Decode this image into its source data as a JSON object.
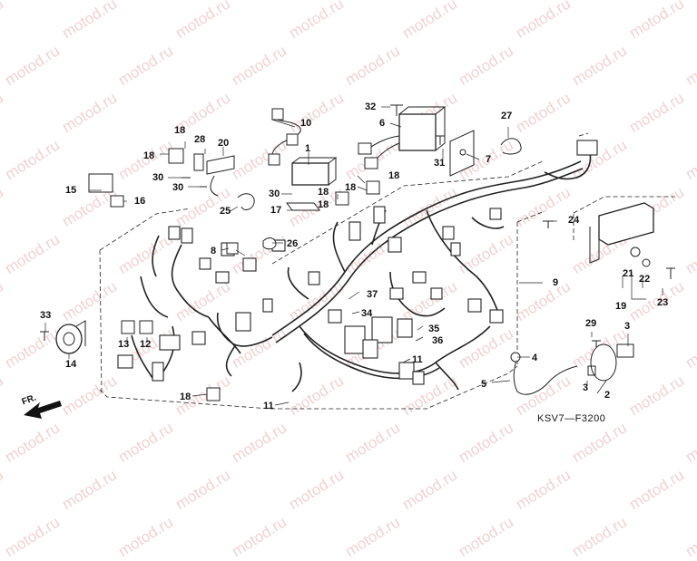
{
  "watermark": {
    "text": "motod.ru",
    "color": "#f1d3d3"
  },
  "diagram_code": "KSV7—F3200",
  "direction_label": "FR.",
  "callouts": [
    {
      "id": "c1",
      "text": "1"
    },
    {
      "id": "c2",
      "text": "2"
    },
    {
      "id": "c3a",
      "text": "3"
    },
    {
      "id": "c3b",
      "text": "3"
    },
    {
      "id": "c4",
      "text": "4"
    },
    {
      "id": "c5",
      "text": "5"
    },
    {
      "id": "c6",
      "text": "6"
    },
    {
      "id": "c7",
      "text": "7"
    },
    {
      "id": "c8",
      "text": "8"
    },
    {
      "id": "c9",
      "text": "9"
    },
    {
      "id": "c10",
      "text": "10"
    },
    {
      "id": "c11a",
      "text": "11"
    },
    {
      "id": "c11b",
      "text": "11"
    },
    {
      "id": "c12",
      "text": "12"
    },
    {
      "id": "c13",
      "text": "13"
    },
    {
      "id": "c14",
      "text": "14"
    },
    {
      "id": "c15",
      "text": "15"
    },
    {
      "id": "c16",
      "text": "16"
    },
    {
      "id": "c17",
      "text": "17"
    },
    {
      "id": "c18a",
      "text": "18"
    },
    {
      "id": "c18b",
      "text": "18"
    },
    {
      "id": "c18c",
      "text": "18"
    },
    {
      "id": "c18d",
      "text": "18"
    },
    {
      "id": "c18e",
      "text": "18"
    },
    {
      "id": "c18f",
      "text": "18"
    },
    {
      "id": "c19",
      "text": "19"
    },
    {
      "id": "c20",
      "text": "20"
    },
    {
      "id": "c21",
      "text": "21"
    },
    {
      "id": "c22",
      "text": "22"
    },
    {
      "id": "c23",
      "text": "23"
    },
    {
      "id": "c24",
      "text": "24"
    },
    {
      "id": "c25",
      "text": "25"
    },
    {
      "id": "c26",
      "text": "26"
    },
    {
      "id": "c27",
      "text": "27"
    },
    {
      "id": "c28",
      "text": "28"
    },
    {
      "id": "c29",
      "text": "29"
    },
    {
      "id": "c30a",
      "text": "30"
    },
    {
      "id": "c30b",
      "text": "30"
    },
    {
      "id": "c30c",
      "text": "30"
    },
    {
      "id": "c31",
      "text": "31"
    },
    {
      "id": "c32",
      "text": "32"
    },
    {
      "id": "c33",
      "text": "33"
    },
    {
      "id": "c34",
      "text": "34"
    },
    {
      "id": "c35",
      "text": "35"
    },
    {
      "id": "c36",
      "text": "36"
    },
    {
      "id": "c37",
      "text": "37"
    }
  ]
}
